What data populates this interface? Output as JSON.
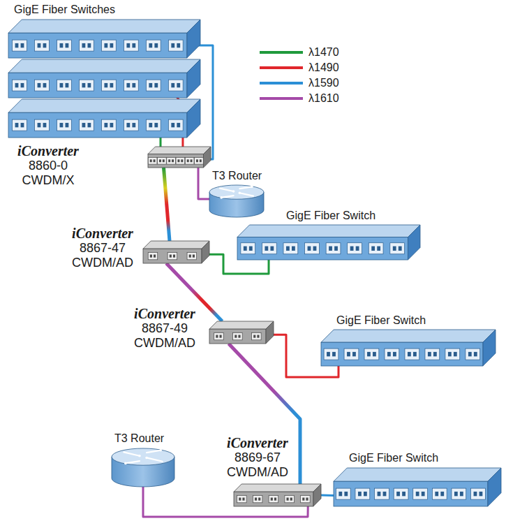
{
  "diagram": {
    "nodes": [
      {
        "text": [
          "GigE Fiber Switches"
        ]
      },
      {
        "text": [
          "iConverter",
          "8860-0 CWDM/X"
        ]
      },
      {
        "text": [
          "T3 Router"
        ]
      },
      {
        "text": [
          "iConverter",
          "8867-47 CWDM/AD"
        ]
      },
      {
        "text": [
          "GigE Fiber Switch"
        ]
      },
      {
        "text": [
          "iConverter",
          "8867-49 CWDM/AD"
        ]
      },
      {
        "text": [
          "GigE Fiber Switch"
        ]
      },
      {
        "text": [
          "T3 Router"
        ]
      },
      {
        "text": [
          "iConverter",
          "8869-67 CWDM/AD"
        ]
      },
      {
        "text": [
          "GigE Fiber Switch"
        ]
      }
    ],
    "edges": [
      {
        "from": 0,
        "to": 1,
        "arrow": "none"
      },
      {
        "from": 0,
        "to": 1,
        "arrow": "none"
      },
      {
        "from": 0,
        "to": 1,
        "arrow": "none"
      },
      {
        "from": 1,
        "to": 2,
        "arrow": "none"
      },
      {
        "from": 1,
        "to": 3,
        "arrow": "none"
      },
      {
        "from": 3,
        "to": 4,
        "arrow": "none"
      },
      {
        "from": 3,
        "to": 5,
        "arrow": "none"
      },
      {
        "from": 5,
        "to": 6,
        "arrow": "none"
      },
      {
        "from": 5,
        "to": 8,
        "arrow": "none"
      },
      {
        "from": 8,
        "to": 9,
        "arrow": "none"
      },
      {
        "from": 8,
        "to": 7,
        "arrow": "none"
      }
    ],
    "legend": [
      {
        "text": "λ1470"
      },
      {
        "text": "λ1490"
      },
      {
        "text": "λ1590"
      },
      {
        "text": "λ1610"
      }
    ]
  }
}
